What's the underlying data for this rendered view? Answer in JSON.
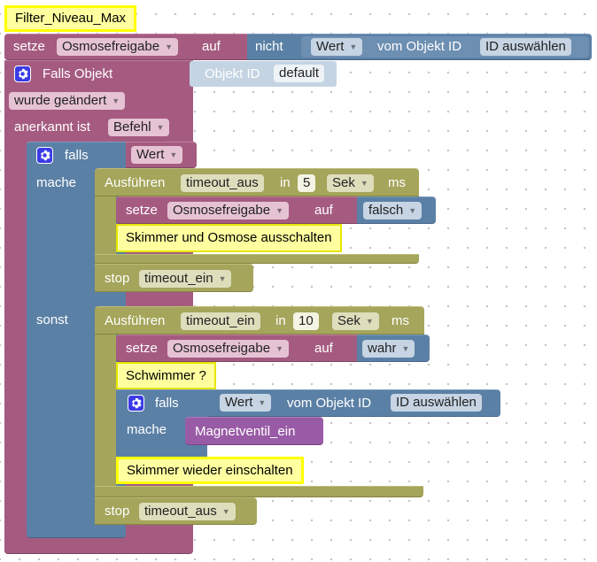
{
  "script_name": "Filter_Niveau_Max",
  "colors": {
    "logic_pink": "#a55b80",
    "variable_blue": "#5b80a5",
    "timeout_olive": "#a5a55b",
    "procedure_purple": "#995ba5",
    "comment_yellow": "#ffff00"
  },
  "set_block": {
    "setze_label": "setze",
    "variable": "Osmosefreigabe",
    "auf_label": "auf",
    "not_label": "nicht",
    "prop_dropdown": "Wert",
    "object_label": "vom Objekt ID",
    "object_value": "ID auswählen"
  },
  "trigger_block": {
    "header_label": "Falls Objekt",
    "object_id_label": "Objekt ID",
    "object_id_value": "default",
    "change_dropdown": "wurde geändert",
    "ack_label": "anerkannt ist",
    "ack_dropdown": "Befehl"
  },
  "if_block": {
    "falls_label": "falls",
    "condition_dropdown": "Wert",
    "do_label": "mache",
    "else_label": "sonst"
  },
  "timeout1": {
    "label": "Ausführen",
    "name": "timeout_aus",
    "in_label": "in",
    "value": "5",
    "unit": "Sek",
    "ms_label": "ms"
  },
  "set1": {
    "setze_label": "setze",
    "variable": "Osmosefreigabe",
    "auf_label": "auf",
    "value": "falsch"
  },
  "comment1": "Skimmer und Osmose ausschalten",
  "stop1": {
    "label": "stop",
    "name": "timeout_ein"
  },
  "timeout2": {
    "label": "Ausführen",
    "name": "timeout_ein",
    "in_label": "in",
    "value": "10",
    "unit": "Sek",
    "ms_label": "ms"
  },
  "set2": {
    "setze_label": "setze",
    "variable": "Osmosefreigabe",
    "auf_label": "auf",
    "value": "wahr"
  },
  "comment2": "Schwimmer ?",
  "inner_if": {
    "falls_label": "falls",
    "prop_dropdown": "Wert",
    "object_label": "vom Objekt ID",
    "object_value": "ID auswählen",
    "do_label": "mache",
    "procedure_call": "Magnetventil_ein"
  },
  "comment3": "Skimmer wieder einschalten",
  "stop2": {
    "label": "stop",
    "name": "timeout_aus"
  }
}
